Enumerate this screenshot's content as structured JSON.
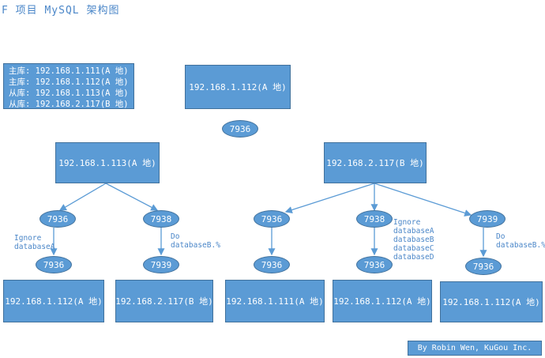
{
  "title": "F 项目 MySQL 架构图",
  "legend": [
    "主库: 192.168.1.111(A 地)",
    "主库: 192.168.1.112(A 地)",
    "从库: 192.168.1.113(A 地)",
    "从库: 192.168.2.117(B 地)"
  ],
  "top_node": "192.168.1.112(A 地)",
  "top_port": "7936",
  "mid_left": "192.168.1.113(A 地)",
  "mid_right": "192.168.2.117(B 地)",
  "ports_upper": [
    "7936",
    "7938",
    "7936",
    "7938",
    "7939"
  ],
  "ports_lower": [
    "7936",
    "7939",
    "7936",
    "7936",
    "7936"
  ],
  "notes": [
    "Ignore\ndatabaseA",
    "Do\ndatabaseB.%",
    "Ignore\ndatabaseA\ndatabaseB\ndatabaseC\ndatabaseD",
    "Do\ndatabaseB.%"
  ],
  "bottom_nodes": [
    "192.168.1.112(A 地)",
    "192.168.2.117(B 地)",
    "192.168.1.111(A 地)",
    "192.168.1.112(A 地)",
    "192.168.1.112(A 地)"
  ],
  "credit": "By Robin Wen, KuGou Inc.",
  "colors": {
    "fill": "#5b9bd5",
    "border": "#41719c",
    "text_accent": "#4a86c8"
  }
}
